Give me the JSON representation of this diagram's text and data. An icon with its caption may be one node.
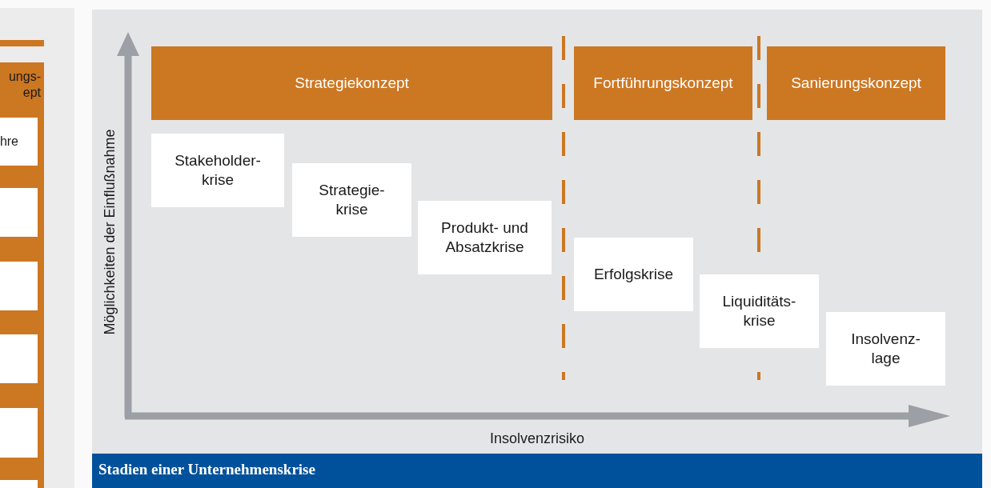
{
  "diagram": {
    "caption": "Stadien einer Unternehmenskrise",
    "nodes": [
      {
        "text": [
          "ungs- ept"
        ]
      },
      {
        "text": [
          "hre"
        ]
      },
      {
        "text": [],
        "shape": "box"
      },
      {
        "text": [],
        "shape": "box"
      },
      {
        "text": [],
        "shape": "box"
      },
      {
        "text": [],
        "shape": "box"
      },
      {
        "text": [],
        "shape": "box"
      },
      {
        "text": [
          "Strategiekonzept"
        ]
      },
      {
        "text": [
          "Fortführungskonzept"
        ]
      },
      {
        "text": [
          "Sanierungskonzept"
        ]
      },
      {
        "text": [
          "Stakeholder- krise"
        ]
      },
      {
        "text": [
          "Strategie- krise"
        ]
      },
      {
        "text": [
          "Produkt- und Absatzkrise"
        ]
      },
      {
        "text": [
          "Erfolgskrise"
        ]
      },
      {
        "text": [
          "Liquiditäts- krise"
        ]
      },
      {
        "text": [
          "Insolvenz- lage"
        ]
      }
    ],
    "labels": [
      "Möglichkeiten der Einflußnahme",
      "Insolvenzrisiko"
    ]
  }
}
